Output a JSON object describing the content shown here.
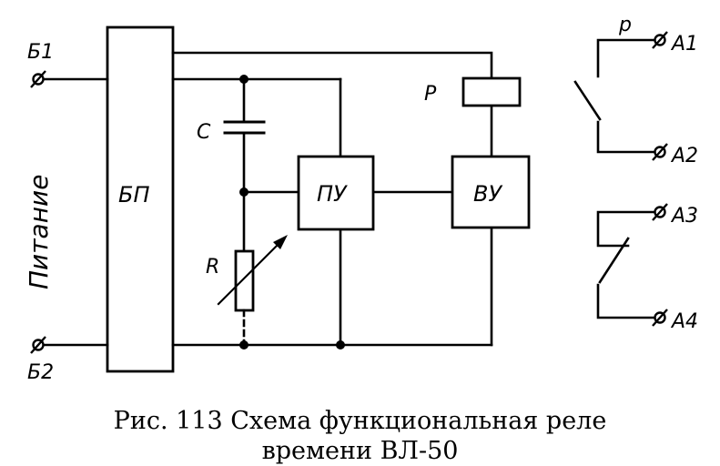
{
  "diagram": {
    "supply_label": "Питание",
    "terminals": {
      "b1": "Б1",
      "b2": "Б2",
      "a1": "А1",
      "a2": "А2",
      "a3": "А3",
      "a4": "А4"
    },
    "blocks": {
      "bp": "БП",
      "pu": "ПУ",
      "vu": "ВУ"
    },
    "components": {
      "capacitor": "С",
      "resistor": "R",
      "relay_coil": "Р",
      "contact": "р"
    }
  },
  "caption": {
    "line1": "Рис. 113  Схема функциональная реле",
    "line2": "времени ВЛ-50"
  }
}
